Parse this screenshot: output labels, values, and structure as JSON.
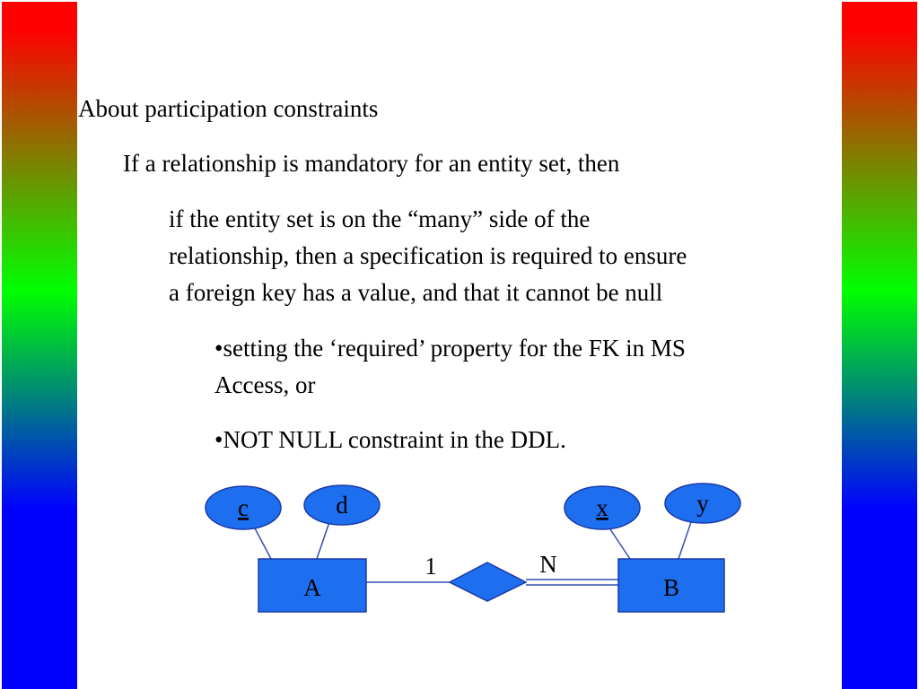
{
  "slide": {
    "title": "About participation constraints",
    "line1": "If a relationship is mandatory for an entity set, then",
    "para2": [
      "if the entity set is on the “many” side of the",
      "relationship, then a specification is required to ensure",
      "a foreign key has a value, and that it cannot be null"
    ],
    "bullet1": [
      "•setting the ‘required’ property for the FK in MS",
      "Access, or"
    ],
    "bullet2": "•NOT NULL constraint in the DDL."
  },
  "diagram": {
    "entity_a": "A",
    "entity_b": "B",
    "attr_c": "c",
    "attr_d": "d",
    "attr_x": "x",
    "attr_y": "y",
    "card_1": "1",
    "card_n": "N",
    "colors": {
      "fill": "#1e6ef0",
      "stroke": "#1a3aa8",
      "line": "#3050b0"
    }
  },
  "colors": {
    "bar_top": "#ff0000",
    "bar_mid": "#00ff00",
    "bar_bottom": "#0000ff"
  }
}
